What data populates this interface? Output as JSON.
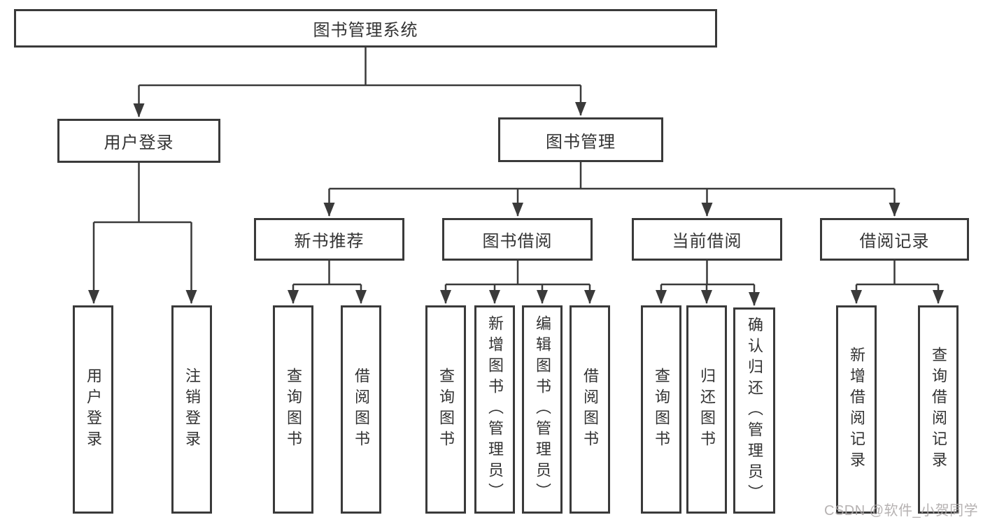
{
  "diagram": {
    "title": "图书管理系统",
    "root": {
      "label": "图书管理系统"
    },
    "level2": [
      {
        "id": "user-login",
        "label": "用户登录"
      },
      {
        "id": "book-management",
        "label": "图书管理"
      }
    ],
    "level3": [
      {
        "id": "new-book-recommend",
        "label": "新书推荐"
      },
      {
        "id": "book-borrow",
        "label": "图书借阅"
      },
      {
        "id": "current-borrow",
        "label": "当前借阅"
      },
      {
        "id": "borrow-record",
        "label": "借阅记录"
      }
    ],
    "leaves": {
      "user_login": [
        "用户登录",
        "注销登录"
      ],
      "new_book_recommend": [
        "查询图书",
        "借阅图书"
      ],
      "book_borrow": [
        "查询图书",
        "新增图书（管理员）",
        "编辑图书（管理员）",
        "借阅图书"
      ],
      "current_borrow": [
        "查询图书",
        "归还图书",
        "确认归还（管理员）"
      ],
      "borrow_record": [
        "新增借阅记录",
        "查询借阅记录"
      ]
    },
    "colors": {
      "line": "#3a3a3a",
      "text": "#333333",
      "background": "#ffffff",
      "watermark": "#aca7a7"
    }
  },
  "watermark": {
    "text": "CSDN @软件_小贺同学"
  }
}
